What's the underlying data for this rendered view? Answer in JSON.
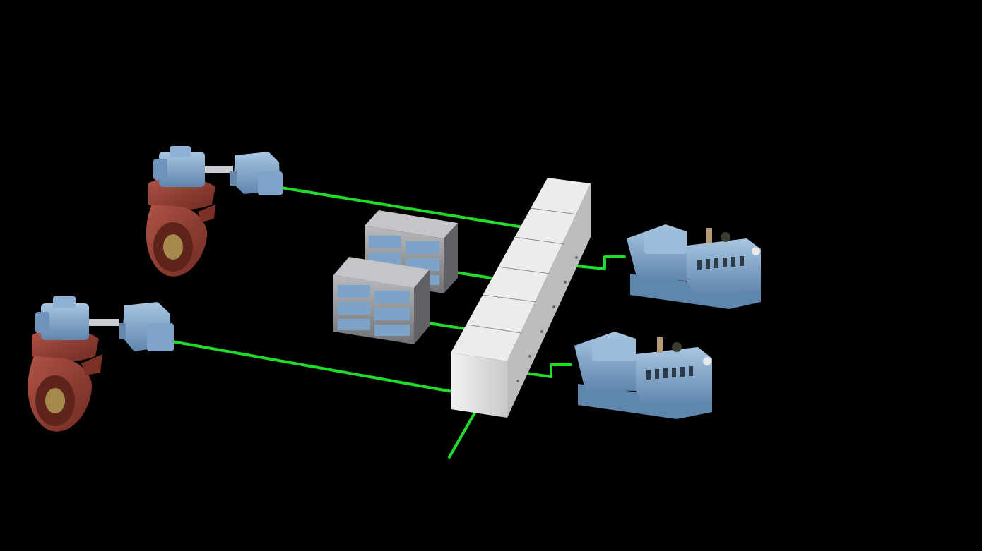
{
  "diagram": {
    "kind": "hybrid electric propulsion system",
    "colors": {
      "background": "#000000",
      "connection": "#1fdc2a",
      "thruster_housing": "#8f3a2f",
      "machine_blue": "#7fa8cc",
      "switchboard": "#dcdcdc",
      "battery_cabinet": "#8a8c8f",
      "battery_cell": "#7ea3c9"
    },
    "components": [
      {
        "id": "thruster-top",
        "icon": "azimuth-thruster-icon"
      },
      {
        "id": "thruster-bottom",
        "icon": "azimuth-thruster-icon"
      },
      {
        "id": "motor-top",
        "icon": "electric-motor-icon"
      },
      {
        "id": "motor-bottom",
        "icon": "electric-motor-icon"
      },
      {
        "id": "battery-rack-back",
        "icon": "battery-rack-icon"
      },
      {
        "id": "battery-rack-front",
        "icon": "battery-rack-icon"
      },
      {
        "id": "switchboard",
        "icon": "switchboard-icon"
      },
      {
        "id": "genset-top",
        "icon": "diesel-genset-icon"
      },
      {
        "id": "genset-bottom",
        "icon": "diesel-genset-icon"
      }
    ],
    "connections": [
      {
        "from": "motor-top",
        "to": "switchboard"
      },
      {
        "from": "motor-bottom",
        "to": "switchboard"
      },
      {
        "from": "battery-rack-back",
        "to": "switchboard"
      },
      {
        "from": "battery-rack-front",
        "to": "switchboard"
      },
      {
        "from": "genset-top",
        "to": "switchboard"
      },
      {
        "from": "genset-bottom",
        "to": "switchboard"
      },
      {
        "from": "switchboard",
        "to": "shore-feed"
      }
    ]
  }
}
